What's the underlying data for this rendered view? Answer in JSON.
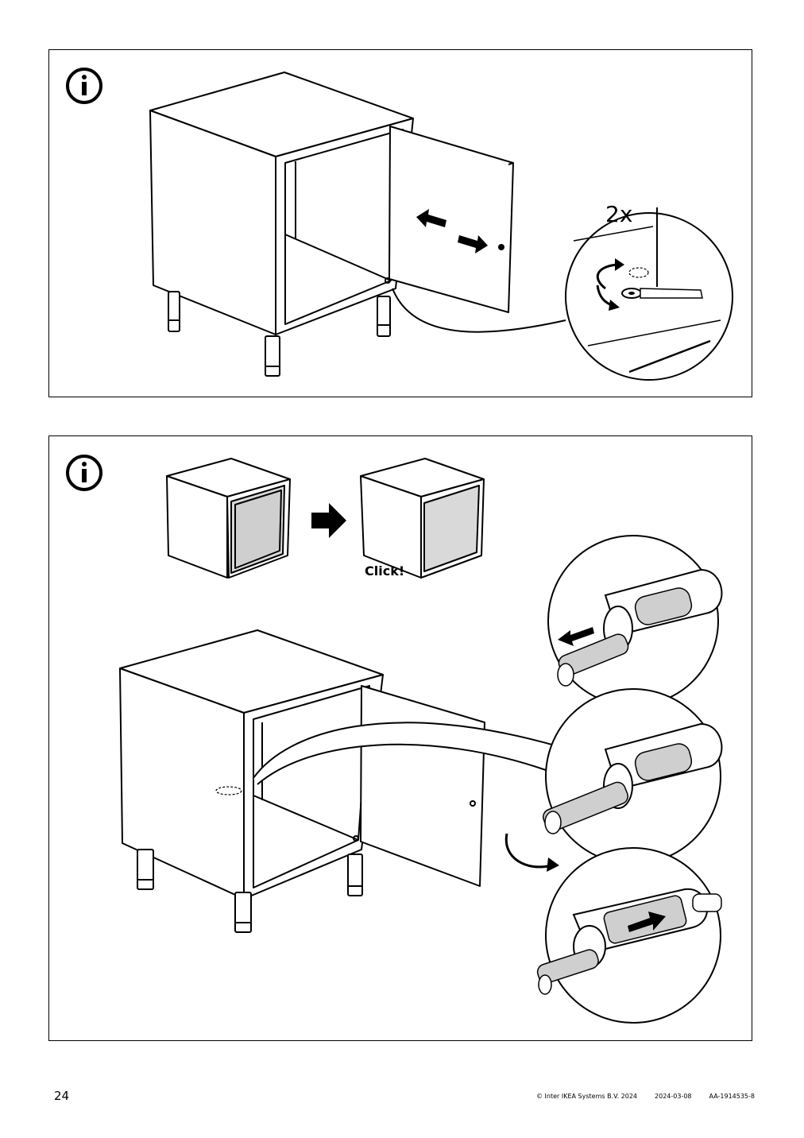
{
  "panel_1": {
    "info_icon": "info-circle-icon",
    "quantity_label": "2x"
  },
  "panel_2": {
    "info_icon": "info-circle-icon",
    "click_label": "Click!"
  },
  "footer": {
    "page_number": "24",
    "copyright": "© Inter IKEA Systems B.V. 2024",
    "date": "2024-03-08",
    "doc_id": "AA-1914535-8"
  },
  "colors": {
    "line": "#000000",
    "panel_fill": "#d9d9d9",
    "part_fill": "#cfcfcf"
  }
}
